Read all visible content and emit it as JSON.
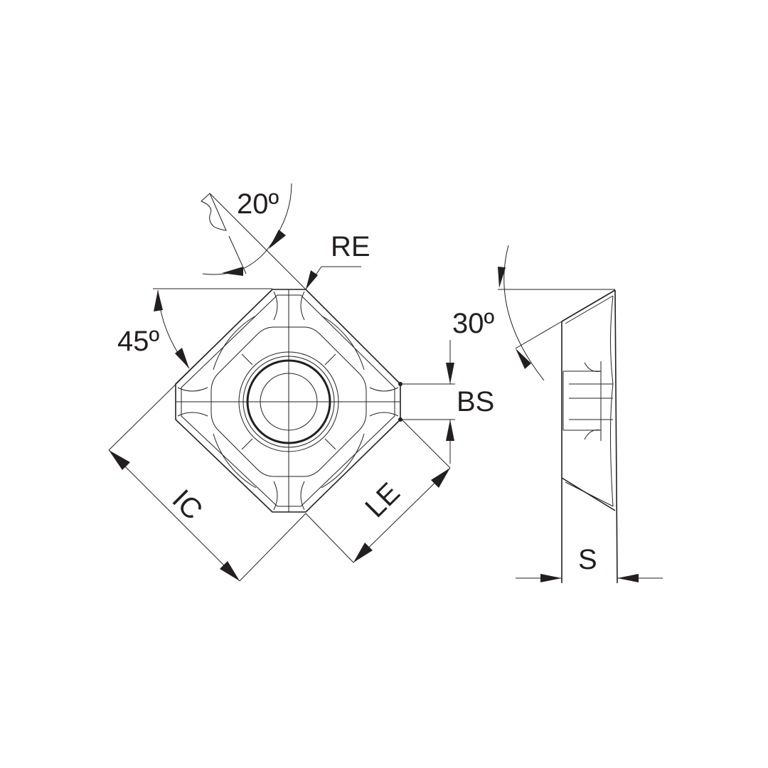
{
  "labels": {
    "angle_top": "20º",
    "corner_radius": "RE",
    "angle_left": "45º",
    "angle_side": "30º",
    "bevel_width": "BS",
    "inscribed_circle": "IC",
    "edge_length": "LE",
    "thickness": "S"
  },
  "colors": {
    "line": "#231f20",
    "background": "#ffffff"
  }
}
